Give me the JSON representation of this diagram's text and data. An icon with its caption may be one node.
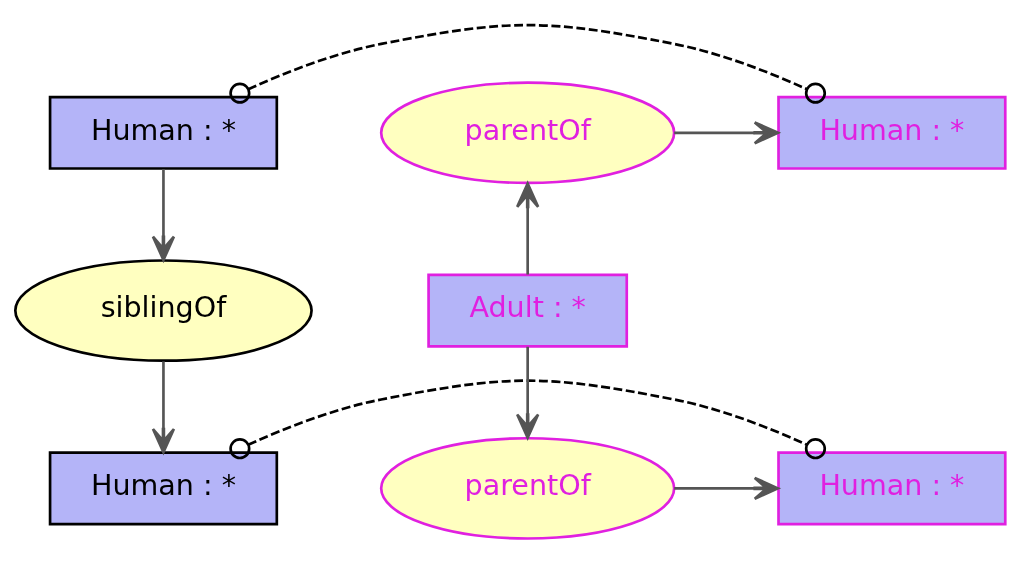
{
  "diagram": {
    "nodes": [
      {
        "text": [
          "Human : *"
        ]
      },
      {
        "text": [
          "siblingOf"
        ]
      },
      {
        "text": [
          "Human : *"
        ]
      },
      {
        "text": [
          "Human : *"
        ]
      },
      {
        "text": [
          "parentOf"
        ]
      },
      {
        "text": [
          "Adult : *"
        ]
      },
      {
        "text": [
          "parentOf"
        ]
      },
      {
        "text": [
          "Human : *"
        ]
      }
    ],
    "edges": [
      {
        "from": 0,
        "to": 1,
        "arrow": "to"
      },
      {
        "from": 1,
        "to": 2,
        "arrow": "to"
      },
      {
        "from": 0,
        "to": 3,
        "arrow": "other",
        "style": "dashed",
        "color": "#000000"
      },
      {
        "from": 2,
        "to": 7,
        "arrow": "other",
        "style": "dashed",
        "color": "#000000"
      },
      {
        "from": 4,
        "to": 3,
        "arrow": "to"
      },
      {
        "from": 5,
        "to": 4,
        "arrow": "to"
      },
      {
        "from": 5,
        "to": 6,
        "arrow": "to"
      },
      {
        "from": 6,
        "to": 7,
        "arrow": "to"
      }
    ]
  }
}
